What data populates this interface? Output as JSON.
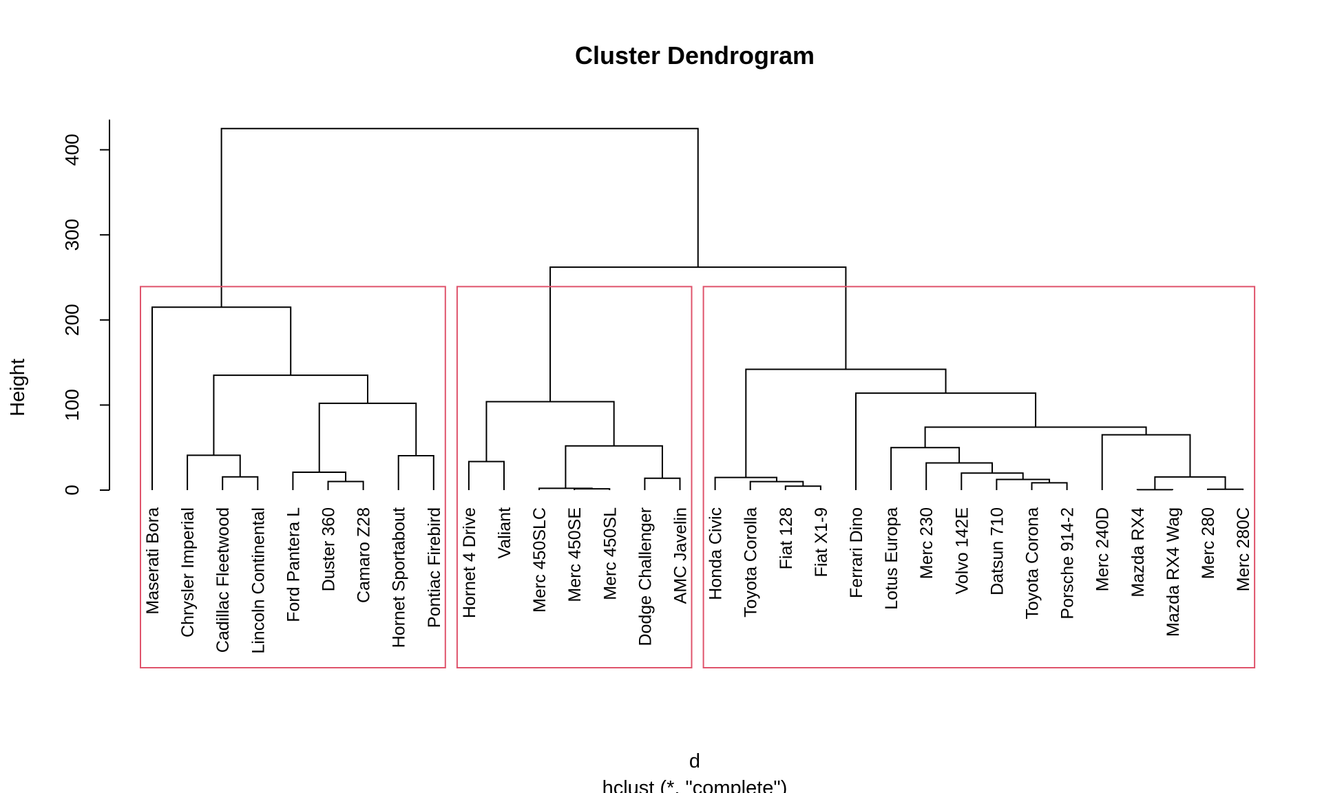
{
  "chart_data": {
    "type": "dendrogram",
    "title": "Cluster Dendrogram",
    "ylabel": "Height",
    "xlabel": "d",
    "subtitle": "hclust (*, \"complete\")",
    "ylim": [
      0,
      450
    ],
    "yticks": [
      0,
      100,
      200,
      300,
      400
    ],
    "leaves": [
      "Maserati Bora",
      "Chrysler Imperial",
      "Cadillac Fleetwood",
      "Lincoln Continental",
      "Ford Pantera L",
      "Duster 360",
      "Camaro Z28",
      "Hornet Sportabout",
      "Pontiac Firebird",
      "Hornet 4 Drive",
      "Valiant",
      "Merc 450SLC",
      "Merc 450SE",
      "Merc 450SL",
      "Dodge Challenger",
      "AMC Javelin",
      "Honda Civic",
      "Toyota Corolla",
      "Fiat 128",
      "Fiat X1-9",
      "Ferrari Dino",
      "Lotus Europa",
      "Merc 230",
      "Volvo 142E",
      "Datsun 710",
      "Toyota Corona",
      "Porsche 914-2",
      "Merc 240D",
      "Mazda RX4",
      "Mazda RX4 Wag",
      "Merc 280",
      "Merc 280C"
    ],
    "merges": [
      {
        "left": 12,
        "right": 13,
        "height": 1.5
      },
      {
        "left": 11,
        "right": "m0",
        "height": 2.1
      },
      {
        "left": 30,
        "right": 31,
        "height": 1.0
      },
      {
        "left": 28,
        "right": 29,
        "height": 0.5
      },
      {
        "left": 18,
        "right": 19,
        "height": 4.7
      },
      {
        "left": 25,
        "right": 26,
        "height": 8.6
      },
      {
        "left": 5,
        "right": 6,
        "height": 10.1
      },
      {
        "left": 17,
        "right": "m4",
        "height": 10.0
      },
      {
        "left": 24,
        "right": "m5",
        "height": 12.5
      },
      {
        "left": 16,
        "right": "m7",
        "height": 14.9
      },
      {
        "left": 14,
        "right": 15,
        "height": 14.0
      },
      {
        "left": 2,
        "right": 3,
        "height": 15.6
      },
      {
        "left": "m3",
        "right": "m2",
        "height": 15.5
      },
      {
        "left": 23,
        "right": "m8",
        "height": 20.0
      },
      {
        "left": 4,
        "right": "m6",
        "height": 21.0
      },
      {
        "left": 22,
        "right": "m13",
        "height": 32.0
      },
      {
        "left": 9,
        "right": 10,
        "height": 33.6
      },
      {
        "left": 7,
        "right": 8,
        "height": 40.5
      },
      {
        "left": 1,
        "right": "m11",
        "height": 41.0
      },
      {
        "left": 21,
        "right": "m15",
        "height": 50.0
      },
      {
        "left": "m1",
        "right": "m10",
        "height": 52.0
      },
      {
        "left": 27,
        "right": "m12",
        "height": 65.0
      },
      {
        "left": "m19",
        "right": "m21",
        "height": 74.0
      },
      {
        "left": "m14",
        "right": "m17",
        "height": 102.0
      },
      {
        "left": "m16",
        "right": "m20",
        "height": 104.0
      },
      {
        "left": 20,
        "right": "m22",
        "height": 114.0
      },
      {
        "left": "m18",
        "right": "m23",
        "height": 135.0
      },
      {
        "left": "m9",
        "right": "m25",
        "height": 142.0
      },
      {
        "left": 0,
        "right": "m26",
        "height": 215.0
      },
      {
        "left": "m24",
        "right": "m27",
        "height": 262.0
      },
      {
        "left": "m28",
        "right": "m29",
        "height": 425.0
      }
    ],
    "clusters": [
      {
        "from": 0,
        "to": 8
      },
      {
        "from": 9,
        "to": 15
      },
      {
        "from": 16,
        "to": 31
      }
    ],
    "cluster_cut_height": 240,
    "line_color": "#000000",
    "cluster_border_color": "#DF536B",
    "grid": false
  }
}
